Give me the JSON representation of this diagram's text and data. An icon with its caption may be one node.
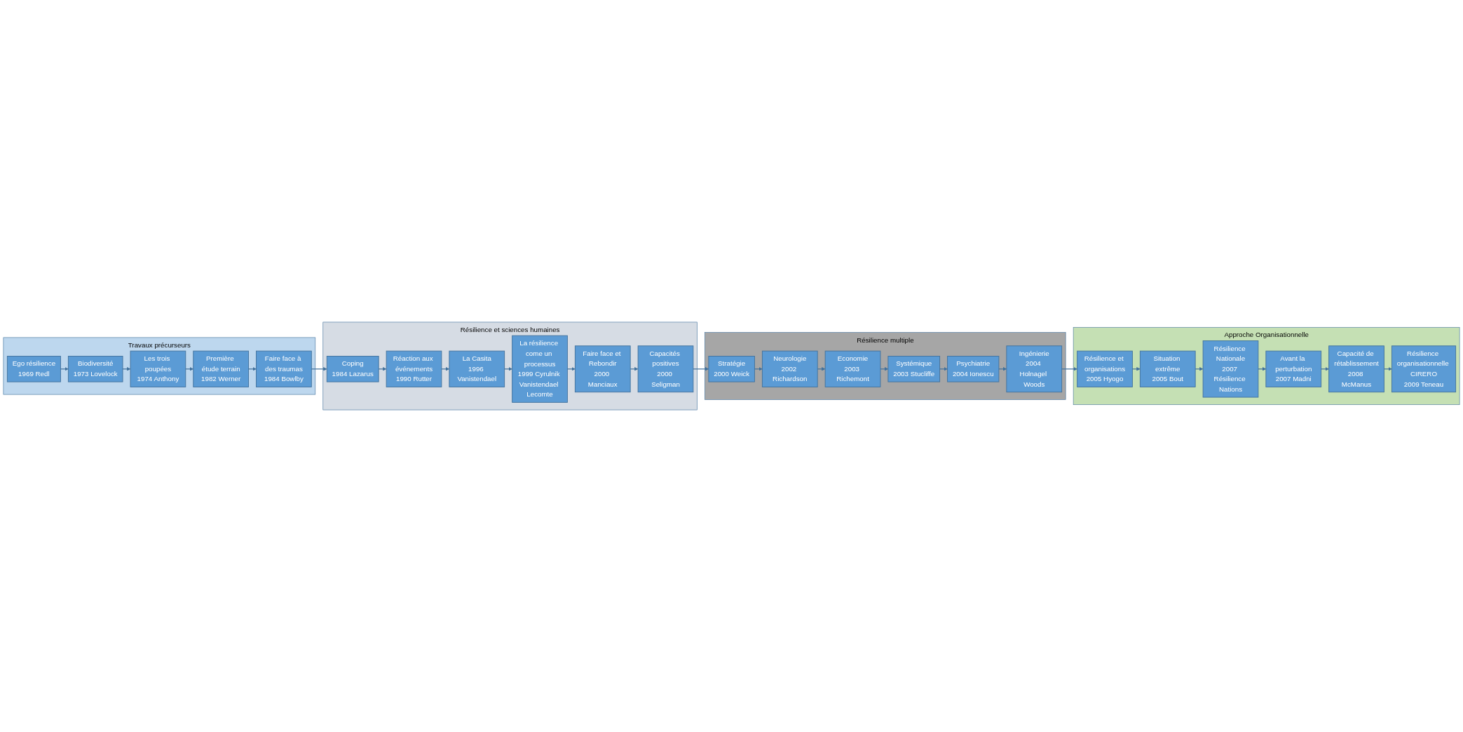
{
  "diagram": {
    "nodes": [
      {
        "text": [
          "Travaux précurseurs"
        ]
      },
      {
        "text": [
          "Ego résilience",
          "1969 Redl"
        ],
        "in": 0
      },
      {
        "text": [
          "Biodiversité",
          "1973 Lovelock"
        ],
        "in": 0
      },
      {
        "text": [
          "Les trois poupées",
          "1974 Anthony"
        ],
        "in": 0
      },
      {
        "text": [
          "Première étude terrain",
          "1982 Werner"
        ],
        "in": 0
      },
      {
        "text": [
          "Faire face à des traumas",
          "1984 Bowlby"
        ],
        "in": 0
      },
      {
        "text": [
          "Résilience et sciences humaines"
        ]
      },
      {
        "text": [
          "Capacités positives",
          "2000 Seligman"
        ],
        "in": 6
      },
      {
        "text": [
          "Faire face et Rebondir",
          "2000 Manciaux"
        ],
        "in": 6
      },
      {
        "text": [
          "La résilience come un processus",
          "1999 Cyrulnik Vanistendael Lecomte"
        ],
        "in": 6
      },
      {
        "text": [
          "La Casita",
          "1996 Vanistendael"
        ],
        "in": 6
      },
      {
        "text": [
          "Réaction aux événements",
          "1990 Rutter"
        ],
        "in": 6
      },
      {
        "text": [
          "Coping",
          "1984 Lazarus"
        ],
        "in": 6
      },
      {
        "text": [
          "Résilience multiple"
        ]
      },
      {
        "text": [
          "Stratégie",
          "2000 Weick"
        ],
        "in": 13
      },
      {
        "text": [
          "Neurologie",
          "2002 Richardson"
        ],
        "in": 13
      },
      {
        "text": [
          "Economie",
          "2003 Richemont"
        ],
        "in": 13
      },
      {
        "text": [
          "Systémique",
          "2003 Stucliffe"
        ],
        "in": 13
      },
      {
        "text": [
          "Psychiatrie",
          "2004 Ionescu"
        ],
        "in": 13
      },
      {
        "text": [
          "Ingénierie",
          "2004 Holnagel Woods"
        ],
        "in": 13
      },
      {
        "text": [
          "Approche Organisationnelle"
        ]
      },
      {
        "text": [
          "Résilience organisationnelle CIRERO",
          "2009 Teneau"
        ],
        "in": 20
      },
      {
        "text": [
          "Capacité de rétablissement",
          "2008 McManus"
        ],
        "in": 20
      },
      {
        "text": [
          "Avant la perturbation",
          "2007 Madni"
        ],
        "in": 20
      },
      {
        "text": [
          "Résilience Nationale",
          "2007 Résilience Nations"
        ],
        "in": 20
      },
      {
        "text": [
          "Situation extrême",
          "2005 Bout"
        ],
        "in": 20
      },
      {
        "text": [
          "Résilience et organisations",
          "2005 Hyogo"
        ],
        "in": 20
      }
    ],
    "edges": [
      {
        "from": 1,
        "to": 2,
        "arrow": "to"
      },
      {
        "from": 2,
        "to": 3,
        "arrow": "to"
      },
      {
        "from": 3,
        "to": 4,
        "arrow": "to"
      },
      {
        "from": 4,
        "to": 5,
        "arrow": "to"
      },
      {
        "from": 5,
        "to": 12,
        "arrow": "to"
      },
      {
        "from": 12,
        "to": 11,
        "arrow": "to"
      },
      {
        "from": 11,
        "to": 10,
        "arrow": "to"
      },
      {
        "from": 10,
        "to": 9,
        "arrow": "to"
      },
      {
        "from": 9,
        "to": 8,
        "arrow": "to"
      },
      {
        "from": 8,
        "to": 7,
        "arrow": "to"
      },
      {
        "from": 7,
        "to": 14,
        "arrow": "to"
      },
      {
        "from": 14,
        "to": 15,
        "arrow": "to"
      },
      {
        "from": 15,
        "to": 16,
        "arrow": "to"
      },
      {
        "from": 16,
        "to": 17,
        "arrow": "to"
      },
      {
        "from": 17,
        "to": 18,
        "arrow": "to"
      },
      {
        "from": 18,
        "to": 19,
        "arrow": "to"
      },
      {
        "from": 19,
        "to": 26,
        "arrow": "to"
      },
      {
        "from": 26,
        "to": 25,
        "arrow": "to"
      },
      {
        "from": 25,
        "to": 24,
        "arrow": "to"
      },
      {
        "from": 24,
        "to": 23,
        "arrow": "to"
      },
      {
        "from": 23,
        "to": 22,
        "arrow": "to"
      },
      {
        "from": 22,
        "to": 21,
        "arrow": "to"
      }
    ]
  }
}
